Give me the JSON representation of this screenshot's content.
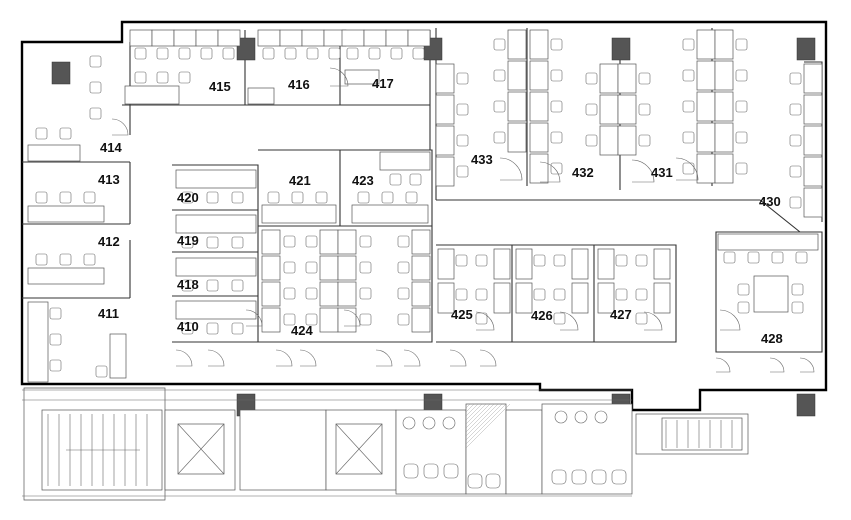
{
  "floor_plan": {
    "rooms": [
      {
        "id": "414",
        "label": "414"
      },
      {
        "id": "415",
        "label": "415"
      },
      {
        "id": "416",
        "label": "416"
      },
      {
        "id": "417",
        "label": "417"
      },
      {
        "id": "413",
        "label": "413"
      },
      {
        "id": "412",
        "label": "412"
      },
      {
        "id": "411",
        "label": "411"
      },
      {
        "id": "420",
        "label": "420"
      },
      {
        "id": "419",
        "label": "419"
      },
      {
        "id": "418",
        "label": "418"
      },
      {
        "id": "410",
        "label": "410"
      },
      {
        "id": "421",
        "label": "421"
      },
      {
        "id": "423",
        "label": "423"
      },
      {
        "id": "424",
        "label": "424"
      },
      {
        "id": "433",
        "label": "433"
      },
      {
        "id": "432",
        "label": "432"
      },
      {
        "id": "431",
        "label": "431"
      },
      {
        "id": "430",
        "label": "430"
      },
      {
        "id": "425",
        "label": "425"
      },
      {
        "id": "426",
        "label": "426"
      },
      {
        "id": "427",
        "label": "427"
      },
      {
        "id": "428",
        "label": "428"
      }
    ],
    "icons": {
      "column": "structural-column-icon",
      "chair": "chair-icon",
      "desk": "desk-icon",
      "door": "door-swing-icon",
      "stair": "stair-icon",
      "elevator": "elevator-icon",
      "toilet": "toilet-icon",
      "sink": "sink-icon"
    },
    "colors": {
      "wall": "#000000",
      "column": "#555555",
      "furniture": "#555555",
      "background": "#ffffff"
    }
  }
}
